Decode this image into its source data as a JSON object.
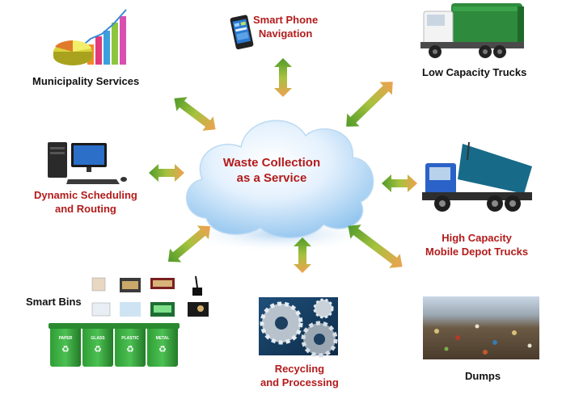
{
  "center": {
    "line1": "Waste Collection",
    "line2": "as a Service"
  },
  "nodes": {
    "municipality": "Municipality Services",
    "smartphone": {
      "line1": "Smart Phone",
      "line2": "Navigation"
    },
    "low_trucks": "Low Capacity Trucks",
    "scheduling": {
      "line1": "Dynamic Scheduling",
      "line2": "and Routing"
    },
    "high_trucks": {
      "line1": "High Capacity",
      "line2": "Mobile Depot Trucks"
    },
    "smart_bins": "Smart Bins",
    "recycling": {
      "line1": "Recycling",
      "line2": "and Processing"
    },
    "dumps": "Dumps"
  },
  "bins": [
    "PAPER",
    "GLASS",
    "PLASTIC",
    "METAL"
  ],
  "colors": {
    "label_red": "#b31b1b",
    "label_dark": "#111111",
    "cloud_light": "#f2f8ff",
    "cloud_dark": "#8fc3ee",
    "arrow_green": "#4f9a2a",
    "arrow_orange": "#f0a050",
    "bin_green": "#2f9e35"
  }
}
